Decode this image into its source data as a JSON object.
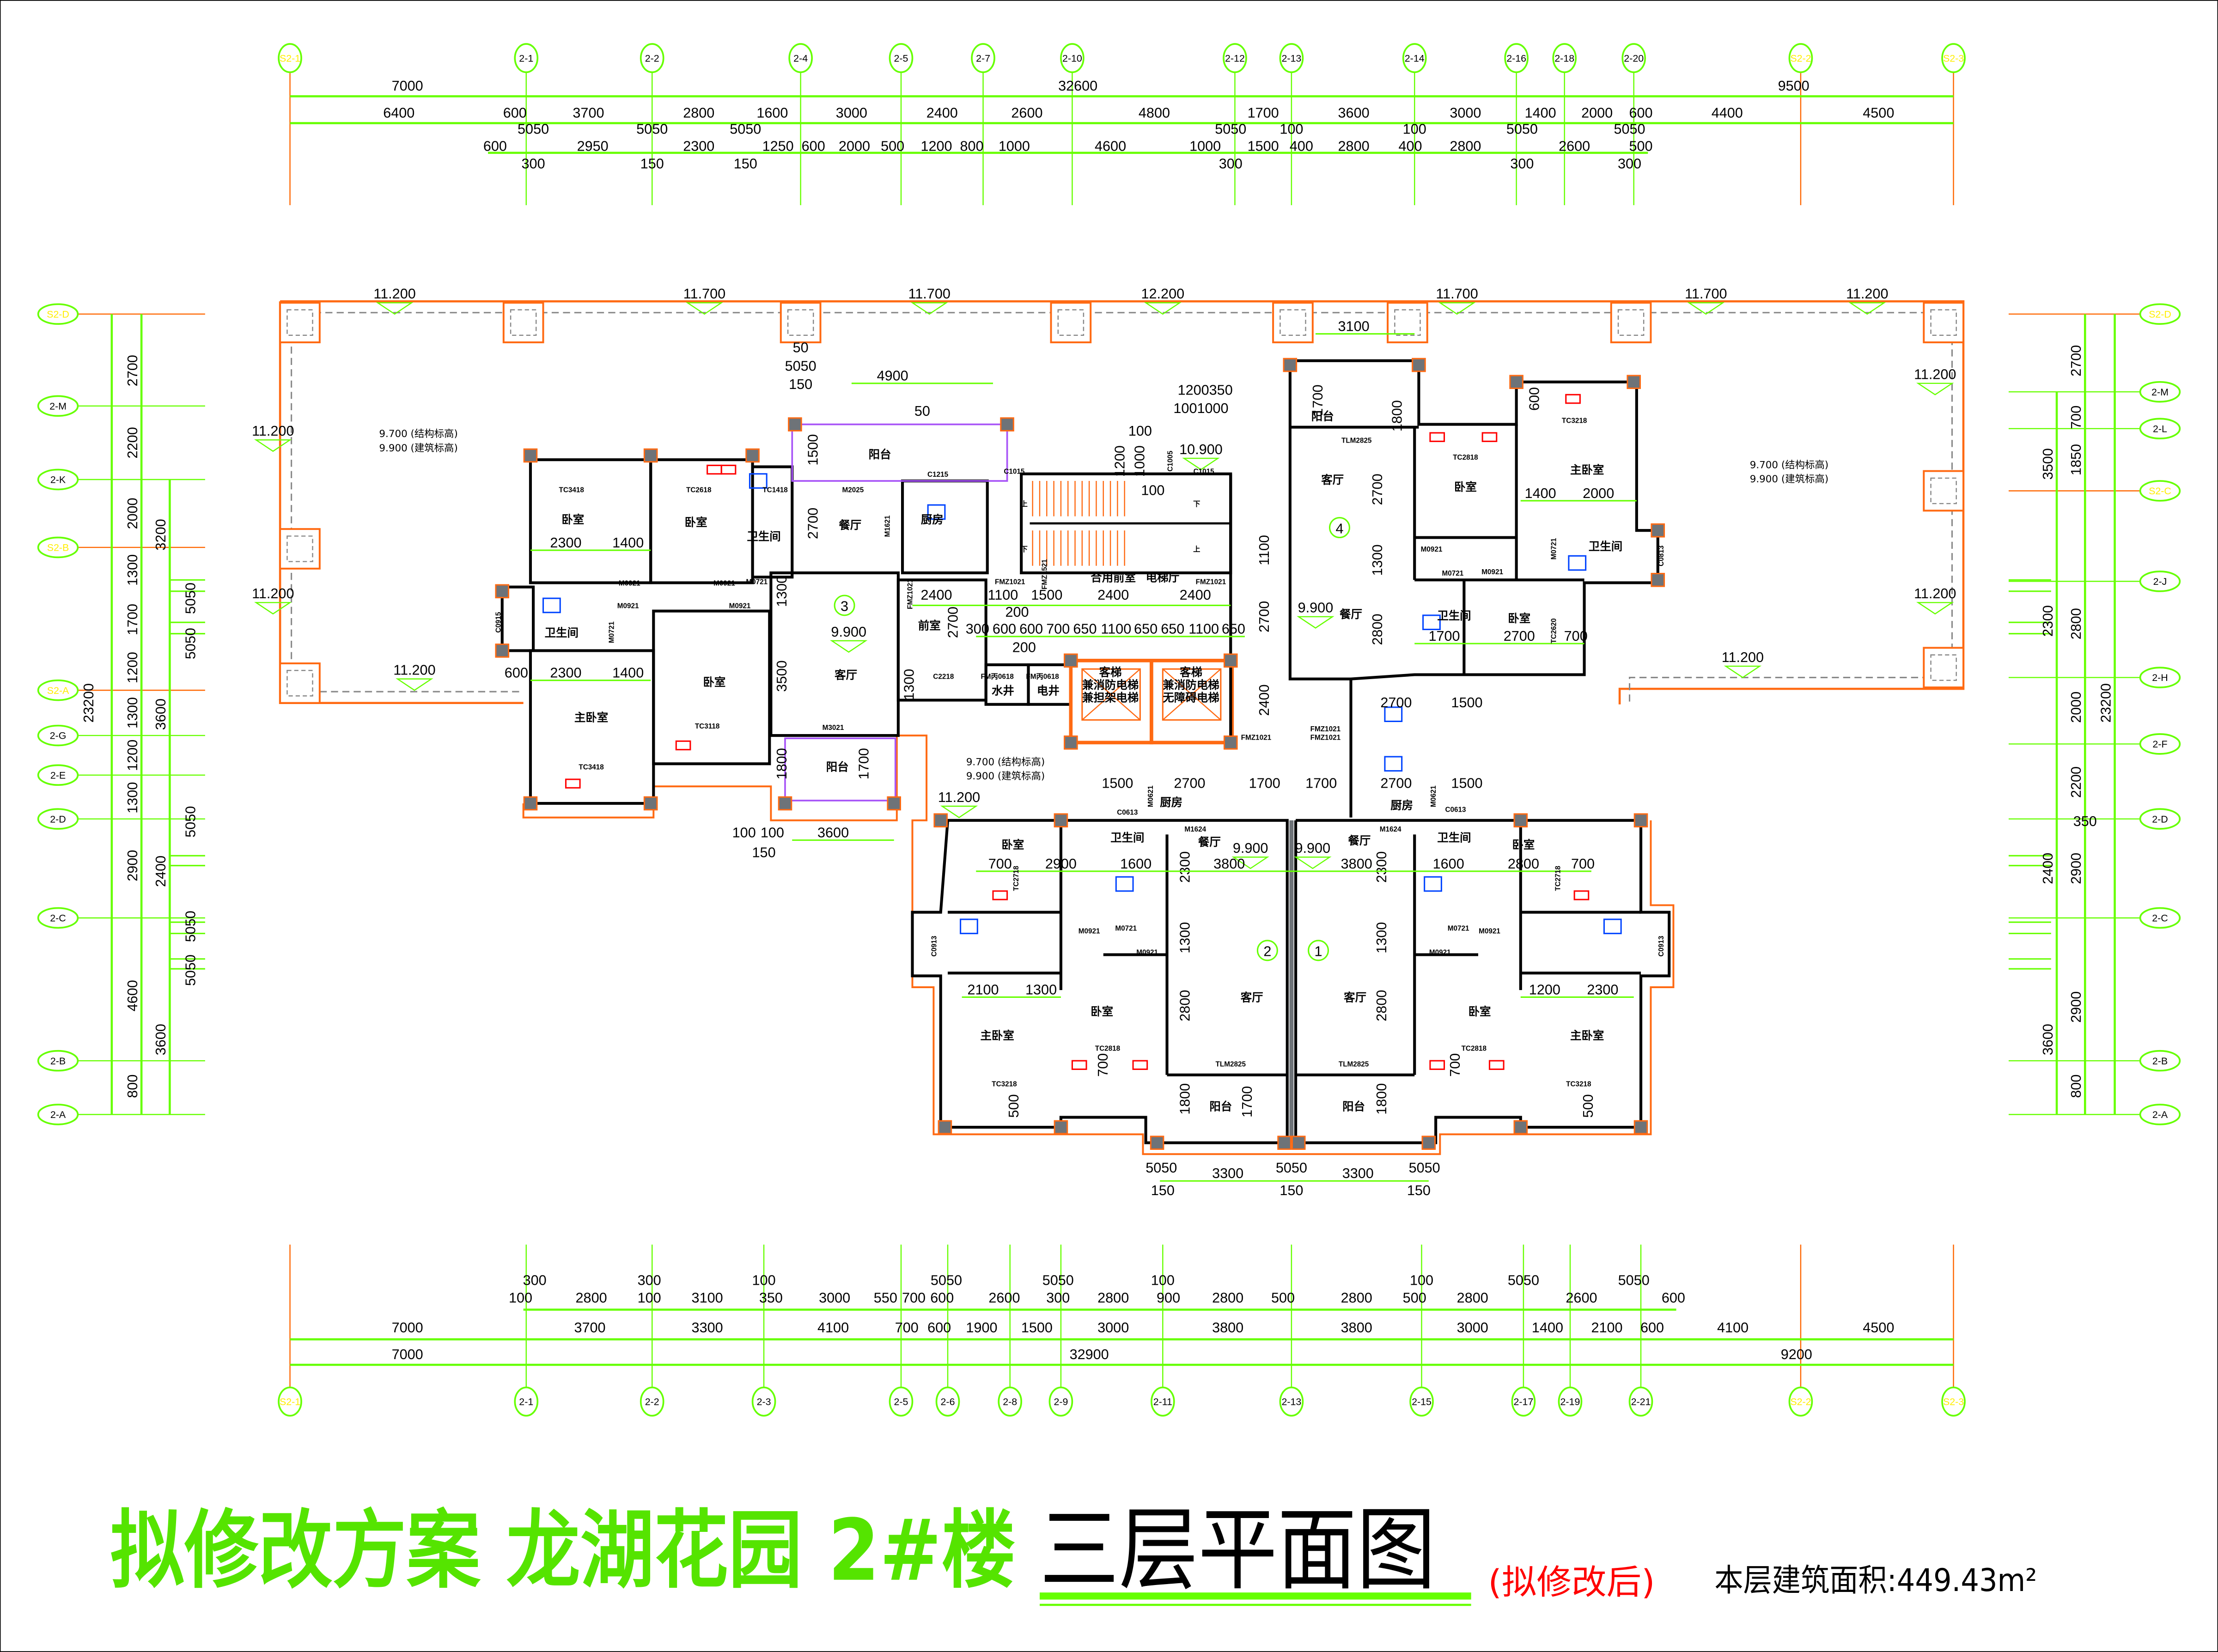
{
  "title": {
    "project": "拟修改方案 龙湖花园 2#楼",
    "drawing": "三层平面图",
    "status": "(拟修改后)",
    "area": "本层建筑面积:449.43m²"
  },
  "colors": {
    "dim_line": "#66ff00",
    "axis_line": "#ff6600",
    "wall": "#000000",
    "column": "#6e7378",
    "outline": "#ff6a13",
    "fixture": "#0044ff",
    "rail": "#a855f7",
    "window_mark": "#ff0000"
  },
  "axes": {
    "top": [
      "S2-1",
      "2-1",
      "2-2",
      "2-4",
      "2-5",
      "2-7",
      "2-10",
      "2-12",
      "2-13",
      "2-14",
      "2-16",
      "2-18",
      "2-20",
      "S2-2",
      "S2-3"
    ],
    "bottom": [
      "S2-1",
      "2-1",
      "2-2",
      "2-3",
      "2-5",
      "2-6",
      "2-8",
      "2-9",
      "2-11",
      "2-13",
      "2-15",
      "2-17",
      "2-19",
      "2-21",
      "S2-2",
      "S2-3"
    ],
    "left": [
      "S2-D",
      "2-M",
      "2-K",
      "S2-B",
      "S2-A",
      "2-G",
      "2-E",
      "2-D",
      "2-C",
      "2-B",
      "2-A"
    ],
    "right": [
      "S2-D",
      "2-M",
      "2-L",
      "S2-C",
      "2-J",
      "2-H",
      "2-F",
      "2-D",
      "2-C",
      "2-B",
      "2-A"
    ]
  },
  "top_dims": {
    "row1": [
      "7000",
      "32600",
      "9500"
    ],
    "row2": [
      "6400",
      "600",
      "3700",
      "2800",
      "1600",
      "3000",
      "2400",
      "2600",
      "4800",
      "1700",
      "3600",
      "3000",
      "1400",
      "2000",
      "600",
      "4400",
      "4500"
    ],
    "row3": [
      "600",
      "2950",
      "2300",
      "1250",
      "600",
      "2000",
      "500",
      "1200",
      "800",
      "1000",
      "4600",
      "1000",
      "1500",
      "400",
      "2800",
      "400",
      "2800",
      "2600",
      "500"
    ],
    "row3_upper": [
      "5050",
      "5050",
      "5050",
      "5050",
      "5050",
      "5050",
      "100",
      "100"
    ],
    "row3_lower": [
      "300",
      "150",
      "150",
      "300",
      "300",
      "300"
    ]
  },
  "bottom_dims": {
    "row1": [
      "100",
      "2800",
      "100",
      "3100",
      "350",
      "3000",
      "550",
      "700",
      "600",
      "2600",
      "300",
      "2800",
      "900",
      "2800",
      "500",
      "2800",
      "500",
      "2800",
      "2600",
      "600"
    ],
    "row1_upper": [
      "300",
      "300",
      "100",
      "5050",
      "5050",
      "100",
      "100",
      "5050",
      "5050"
    ],
    "row2": [
      "7000",
      "3700",
      "3300",
      "4100",
      "700",
      "600",
      "1900",
      "1500",
      "3000",
      "3800",
      "3800",
      "3000",
      "1400",
      "2100",
      "600",
      "4100",
      "4500"
    ],
    "row3": [
      "7000",
      "32900",
      "9200"
    ]
  },
  "left_dims": {
    "total": "23200",
    "col1": [
      "2700",
      "2200",
      "2000",
      "1300",
      "1700",
      "1200",
      "1300",
      "1200",
      "1300",
      "2900",
      "4600",
      "800"
    ],
    "col2": [
      "3200",
      "3600",
      "2400",
      "3600"
    ],
    "col3": [
      "5050",
      "5050",
      "5050",
      "5050",
      "5050"
    ]
  },
  "right_dims": {
    "total": "23200",
    "col1": [
      "2700",
      "700",
      "1850",
      "2800",
      "2000",
      "2200",
      "2900",
      "2900",
      "800"
    ],
    "col2": [
      "3500",
      "2300",
      "2400",
      "3600"
    ],
    "col3": [
      "350"
    ]
  },
  "elevations": [
    "11.200",
    "11.700",
    "11.700",
    "12.200",
    "11.700",
    "11.700",
    "11.200",
    "11.200",
    "11.200",
    "11.200",
    "11.200",
    "11.200",
    "11.200",
    "11.200",
    "9.900",
    "9.900",
    "9.900",
    "9.900",
    "10.900"
  ],
  "level_notes": [
    {
      "structural": "9.700 (结构标高)",
      "architectural": "9.900 (建筑标高)"
    },
    {
      "structural": "9.700 (结构标高)",
      "architectural": "9.900 (建筑标高)"
    },
    {
      "structural": "9.700 (结构标高)",
      "architectural": "9.900 (建筑标高)"
    }
  ],
  "units": [
    "3",
    "4",
    "2",
    "1"
  ],
  "rooms": [
    "卧室",
    "卧室",
    "卫生间",
    "卫生间",
    "主卧室",
    "卧室",
    "阳台",
    "餐厅",
    "厨房",
    "前室",
    "客厅",
    "阳台",
    "合用前室",
    "电梯厅",
    "水井",
    "电井",
    "卧室",
    "卫生间",
    "主卧室",
    "卧室",
    "餐厅",
    "客厅",
    "阳台",
    "厨房",
    "餐厅",
    "卫生间",
    "卧室",
    "客厅",
    "卧室",
    "主卧室",
    "阳台",
    "厨房",
    "阳台",
    "客厅",
    "卧室",
    "主卧室",
    "餐厅",
    "卫生间",
    "卧室",
    "卫生间"
  ],
  "elevators": [
    {
      "l1": "客梯",
      "l2": "兼消防电梯",
      "l3": "兼担架电梯"
    },
    {
      "l1": "客梯",
      "l2": "兼消防电梯",
      "l3": "无障碍电梯"
    }
  ],
  "stair_marks": [
    "上",
    "下",
    "下",
    "上"
  ],
  "inner_dims": [
    "4900",
    "2300",
    "1400",
    "2300",
    "1400",
    "600",
    "3600",
    "100",
    "100",
    "150",
    "1500",
    "2700",
    "1300",
    "3500",
    "1800",
    "1700",
    "2400",
    "1100",
    "1500",
    "2400",
    "2400",
    "300",
    "600",
    "600",
    "700",
    "650",
    "1100",
    "650",
    "650",
    "1100",
    "650",
    "200",
    "200",
    "2700",
    "1300",
    "1200",
    "1000",
    "100",
    "1200350",
    "1001000",
    "100",
    "2700",
    "1100",
    "2400",
    "3100",
    "1700",
    "1800",
    "2700",
    "1300",
    "2800",
    "1400",
    "2000",
    "1700",
    "2700",
    "700",
    "600",
    "2700",
    "1500",
    "2700",
    "1500",
    "1700",
    "1700",
    "1500",
    "2700",
    "700",
    "2900",
    "1600",
    "3800",
    "3800",
    "1600",
    "2800",
    "700",
    "2100",
    "1300",
    "1200",
    "2300",
    "2300",
    "1300",
    "2800",
    "1800",
    "1700",
    "2300",
    "1300",
    "2800",
    "1800",
    "3300",
    "3300",
    "5050",
    "5050",
    "5050",
    "150",
    "150",
    "150",
    "500",
    "500",
    "700",
    "700",
    "5050",
    "150",
    "50",
    "50"
  ],
  "door_window_codes": [
    "TC3418",
    "TC2618",
    "TC1418",
    "M2025",
    "C1215",
    "C1015",
    "C1005",
    "C1015",
    "M0921",
    "M0921",
    "M0721",
    "M0921",
    "M0921",
    "C0915",
    "M0721",
    "TC3118",
    "M3021",
    "TC3418",
    "M1621",
    "FMZ1021",
    "FMZ1021",
    "FMZ1021",
    "FMZ1521",
    "FM丙0618",
    "FM丙0618",
    "C2218",
    "TLM2825",
    "TC2818",
    "TC3218",
    "M0921",
    "M0721",
    "M0921",
    "M0721",
    "C0813",
    "TC2620",
    "FMZ1021",
    "FMZ1021",
    "FMZ1021",
    "M1624",
    "M1624",
    "C0613",
    "C0613",
    "M0621",
    "M0621",
    "TC2718",
    "TC2718",
    "M0921",
    "M0721",
    "M0921",
    "M0721",
    "M0921",
    "M0921",
    "C0913",
    "C0913",
    "TC2818",
    "TC2818",
    "TLM2825",
    "TLM2825",
    "TC3218",
    "TC3218"
  ]
}
